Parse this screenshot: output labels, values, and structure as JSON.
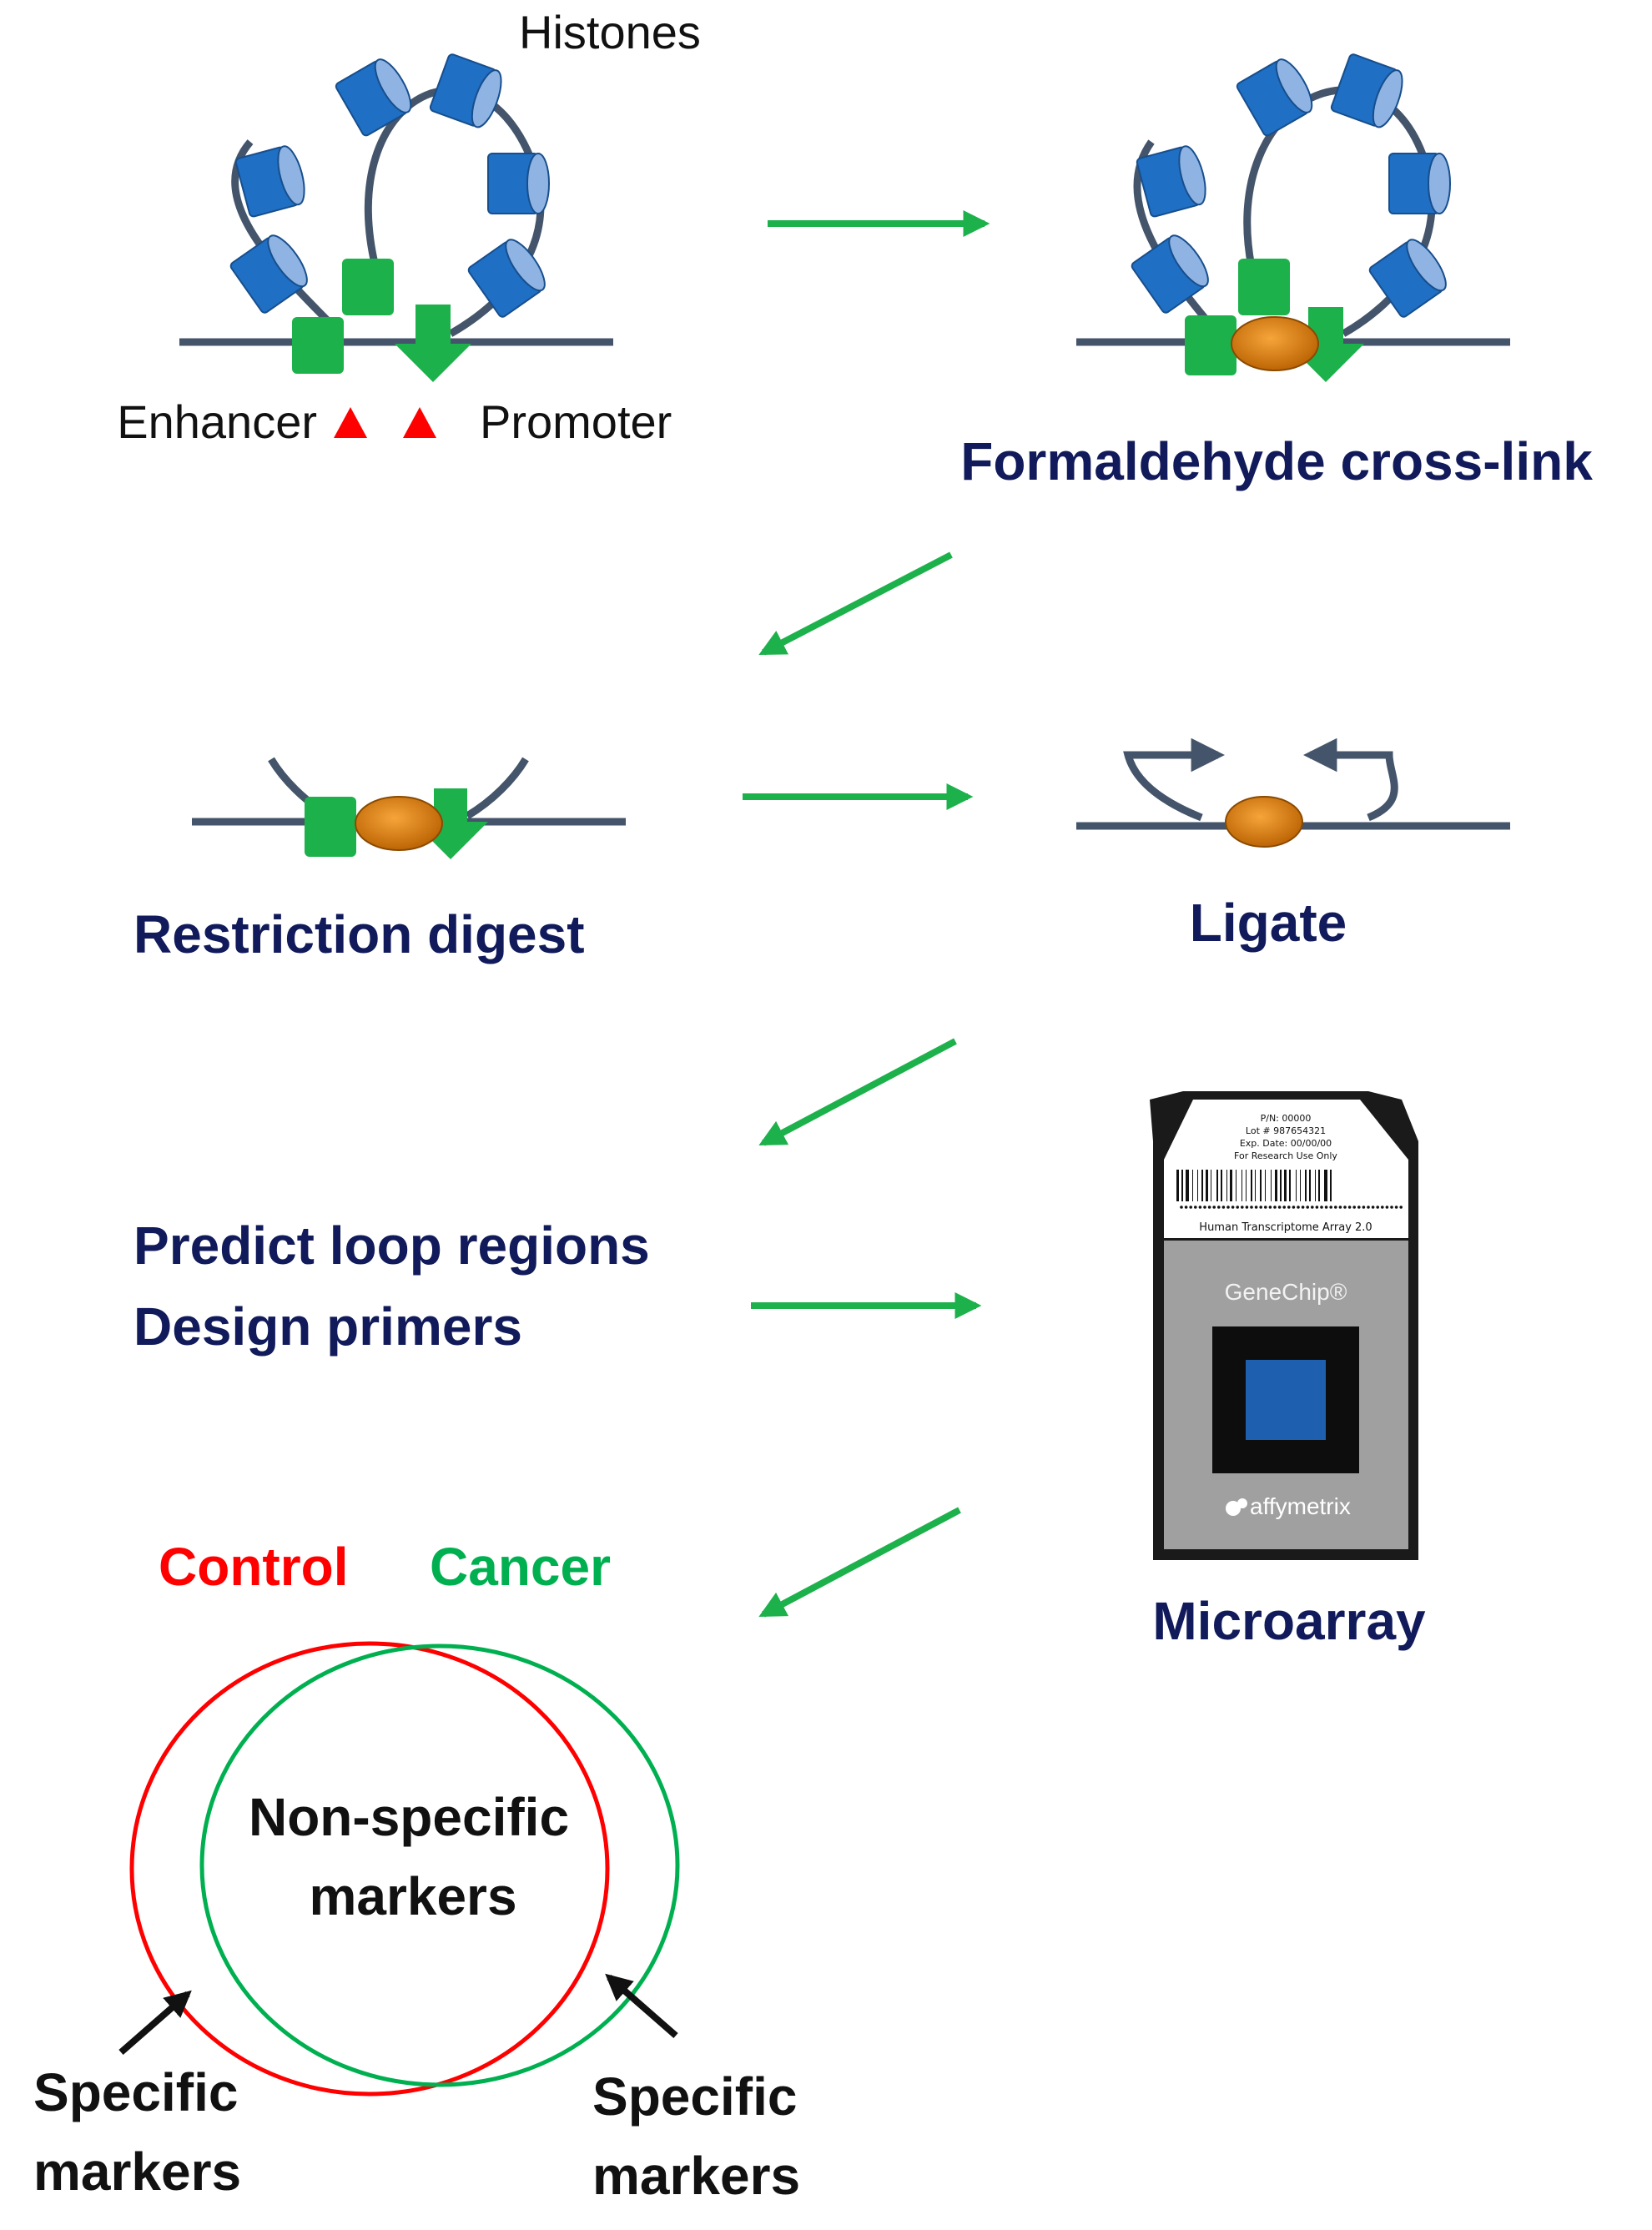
{
  "labels": {
    "histones": "Histones",
    "enhancer": "Enhancer",
    "promoter": "Promoter",
    "crosslink": "Formaldehyde cross-link",
    "restriction": "Restriction digest",
    "ligate": "Ligate",
    "predict": "Predict loop regions",
    "design": "Design primers",
    "microarray": "Microarray"
  },
  "chip": {
    "pn": "P/N: 00000",
    "lot": "Lot # 987654321",
    "exp": "Exp. Date: 00/00/00",
    "ruo": "For Research Use Only",
    "name": "Human Transcriptome Array 2.0",
    "brand": "GeneChip®",
    "maker": "affymetrix"
  },
  "venn": {
    "control": "Control",
    "cancer": "Cancer",
    "nonspecific_1": "Non-specific",
    "nonspecific_2": "markers",
    "specific_left_1": "Specific",
    "specific_left_2": "markers",
    "specific_right_1": "Specific",
    "specific_right_2": "markers"
  },
  "colors": {
    "histone": "#1f6fc4",
    "histone_top": "#8fb4e3",
    "dna": "#44546a",
    "protein": "#1db14c",
    "arrow": "#1db14c",
    "bridge": "#e8840f",
    "site": "#ff0000",
    "step_text": "#111a5a",
    "control": "#ff0000",
    "cancer": "#00b050"
  }
}
